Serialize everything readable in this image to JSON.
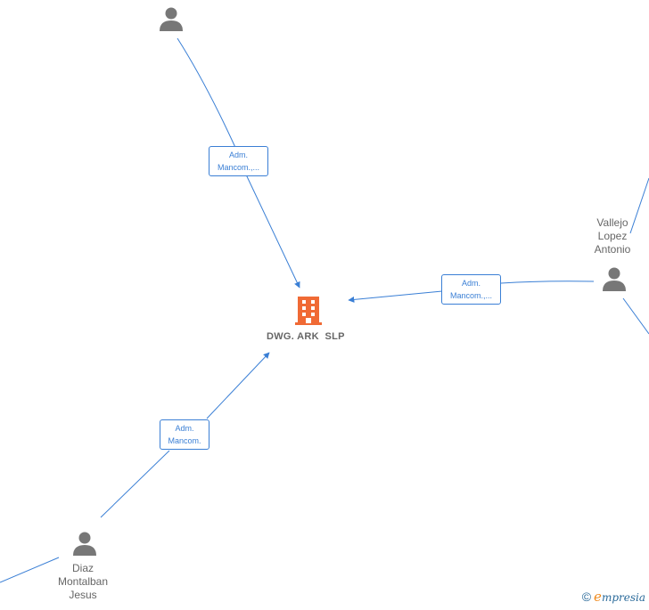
{
  "colors": {
    "edge": "#3a7fd5",
    "person": "#777777",
    "company": "#f06a35",
    "text": "#666666"
  },
  "company": {
    "name": "DWG. ARK  SLP",
    "icon": "building-icon"
  },
  "persons": [
    {
      "id": "p1",
      "label": []
    },
    {
      "id": "p2",
      "label": [
        "Vallejo",
        "Lopez",
        "Antonio"
      ]
    },
    {
      "id": "p3",
      "label": [
        "Diaz",
        "Montalban",
        "Jesus"
      ]
    }
  ],
  "edges": [
    {
      "id": "e1",
      "label": [
        "Adm.",
        "Mancom.,..."
      ]
    },
    {
      "id": "e2",
      "label": [
        "Adm.",
        "Mancom.,..."
      ]
    },
    {
      "id": "e3",
      "label": [
        "Adm.",
        "Mancom."
      ]
    }
  ],
  "brand": {
    "copyright": "©",
    "initial": "e",
    "rest": "mpresia"
  }
}
